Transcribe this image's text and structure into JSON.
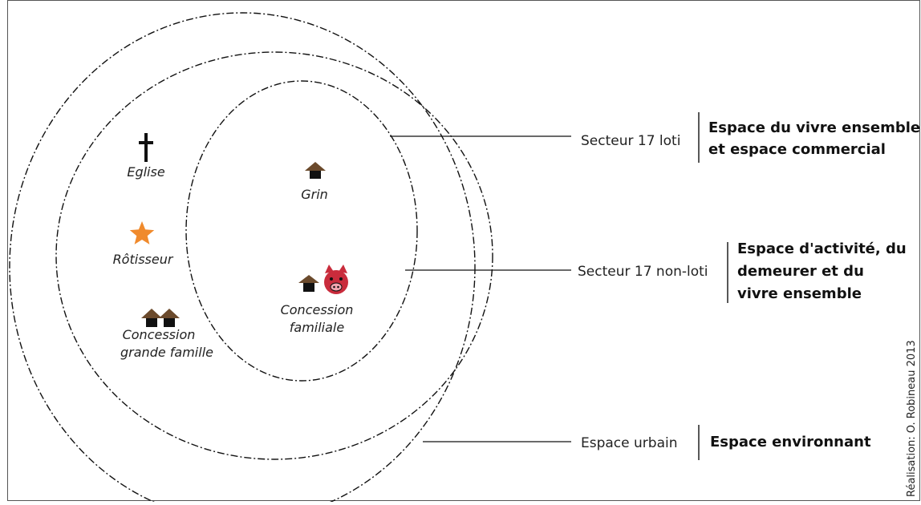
{
  "places": {
    "church": "Eglise",
    "grin": "Grin",
    "rotisseur": "Rôtisseur",
    "family_compound_l1": "Concession",
    "family_compound_l2": "familiale",
    "extended_family_l1": "Concession",
    "extended_family_l2": "grande famille"
  },
  "sectors": {
    "loti": "Secteur 17 loti",
    "non_loti": "Secteur 17 non-loti",
    "urbain": "Espace urbain"
  },
  "spaces": {
    "loti_l1": "Espace du vivre ensemble",
    "loti_l2": "et espace commercial",
    "non_loti_l1": "Espace d'activité, du",
    "non_loti_l2": "demeurer et du",
    "non_loti_l3": "vivre ensemble",
    "urbain_l1": "Espace environnant"
  },
  "credit": "Réalisation: O. Robineau 2013",
  "icons": {
    "church": "cross-icon",
    "rotisseur": "star-icon",
    "grin": "hut-icon",
    "family_compound": "hut-icon",
    "pig": "pig-icon",
    "extended_family": "double-hut-icon"
  },
  "colors": {
    "star": "#f08a2c",
    "pig": "#c92c3c",
    "hut_roof": "#6b4a2c",
    "hut_body": "#111111",
    "line": "#111111"
  }
}
